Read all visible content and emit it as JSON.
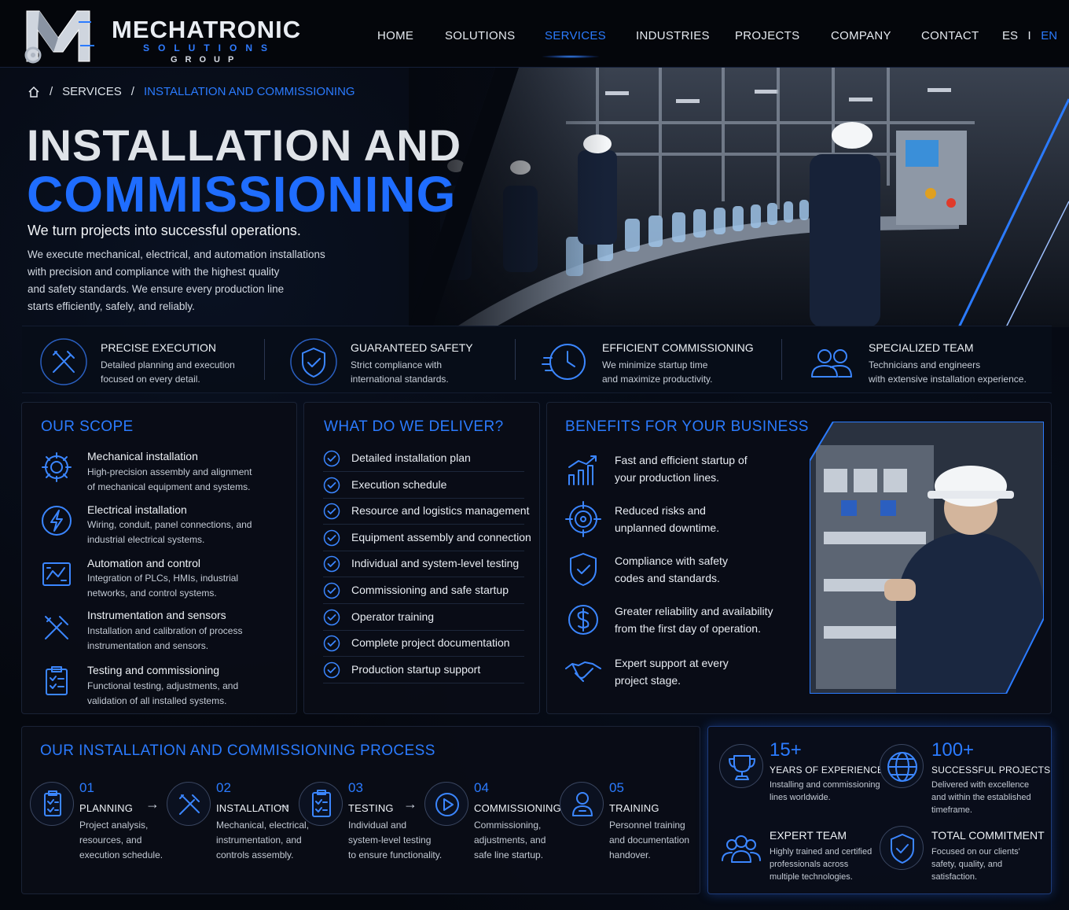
{
  "brand": {
    "name": "MECHATRONIC",
    "sub1": "SOLUTIONS",
    "sub2": "GROUP"
  },
  "nav": {
    "items": [
      "HOME",
      "SOLUTIONS",
      "SERVICES",
      "INDUSTRIES",
      "PROJECTS",
      "COMPANY",
      "CONTACT"
    ],
    "active": "SERVICES",
    "lang_es": "ES",
    "lang_sep": "I",
    "lang_en": "EN"
  },
  "breadcrumb": {
    "sep": "/",
    "level1": "SERVICES",
    "current": "INSTALLATION AND COMMISSIONING"
  },
  "hero": {
    "title_line1": "INSTALLATION AND",
    "title_line2": "COMMISSIONING",
    "tagline": "We turn projects into successful operations.",
    "lead": [
      "We execute mechanical, electrical, and automation installations",
      "with precision and compliance with the highest quality",
      "and safety standards. We ensure every production line",
      "starts efficiently, safely, and reliably."
    ]
  },
  "features": [
    {
      "icon": "tools-icon",
      "title": "PRECISE EXECUTION",
      "desc": [
        "Detailed planning and execution",
        "focused on every detail."
      ]
    },
    {
      "icon": "shield-check-icon",
      "title": "GUARANTEED SAFETY",
      "desc": [
        "Strict compliance with",
        "international standards."
      ]
    },
    {
      "icon": "clock-icon",
      "title": "EFFICIENT COMMISSIONING",
      "desc": [
        "We minimize startup time",
        "and maximize productivity."
      ]
    },
    {
      "icon": "team-icon",
      "title": "SPECIALIZED TEAM",
      "desc": [
        "Technicians and engineers",
        "with extensive installation experience."
      ]
    }
  ],
  "scope": {
    "title": "OUR SCOPE",
    "items": [
      {
        "icon": "gear-icon",
        "title": "Mechanical installation",
        "desc": [
          "High-precision assembly and alignment",
          "of mechanical equipment and systems."
        ]
      },
      {
        "icon": "lightning-icon",
        "title": "Electrical installation",
        "desc": [
          "Wiring, conduit, panel connections, and",
          "industrial electrical systems."
        ]
      },
      {
        "icon": "automation-icon",
        "title": "Automation and control",
        "desc": [
          "Integration of PLCs, HMIs, industrial",
          "networks, and control systems."
        ]
      },
      {
        "icon": "wrench-icon",
        "title": "Instrumentation and sensors",
        "desc": [
          "Installation and calibration of process",
          "instrumentation and sensors."
        ]
      },
      {
        "icon": "clipboard-icon",
        "title": "Testing and commissioning",
        "desc": [
          "Functional testing, adjustments, and",
          "validation of all installed systems."
        ]
      }
    ]
  },
  "deliver": {
    "title": "WHAT DO WE DELIVER?",
    "items": [
      "Detailed installation plan",
      "Execution schedule",
      "Resource and logistics management",
      "Equipment assembly and connection",
      "Individual and system-level testing",
      "Commissioning and safe startup",
      "Operator training",
      "Complete project documentation",
      "Production startup support"
    ]
  },
  "benefits": {
    "title": "BENEFITS FOR YOUR BUSINESS",
    "items": [
      {
        "icon": "chart-icon",
        "lines": [
          "Fast and efficient startup of",
          "your production lines."
        ]
      },
      {
        "icon": "target-icon",
        "lines": [
          "Reduced risks and",
          "unplanned downtime."
        ]
      },
      {
        "icon": "shield-icon",
        "lines": [
          "Compliance with safety",
          "codes and standards."
        ]
      },
      {
        "icon": "dollar-icon",
        "lines": [
          "Greater reliability and availability",
          "from the first day of operation."
        ]
      },
      {
        "icon": "handshake-icon",
        "lines": [
          "Expert support at every",
          "project stage."
        ]
      }
    ]
  },
  "process": {
    "title": "OUR INSTALLATION AND COMMISSIONING PROCESS",
    "steps": [
      {
        "num": "01",
        "title": "PLANNING",
        "icon": "clipboard-icon",
        "desc": [
          "Project analysis,",
          "resources, and",
          "execution schedule."
        ]
      },
      {
        "num": "02",
        "title": "INSTALLATION",
        "icon": "tools-icon",
        "desc": [
          "Mechanical, electrical,",
          "instrumentation, and",
          "controls assembly."
        ]
      },
      {
        "num": "03",
        "title": "TESTING",
        "icon": "checklist-icon",
        "desc": [
          "Individual and",
          "system-level testing",
          "to ensure functionality."
        ]
      },
      {
        "num": "04",
        "title": "COMMISSIONING",
        "icon": "play-icon",
        "desc": [
          "Commissioning,",
          "adjustments, and",
          "safe line startup."
        ]
      },
      {
        "num": "05",
        "title": "TRAINING",
        "icon": "person-icon",
        "desc": [
          "Personnel training",
          "and documentation",
          "handover."
        ]
      }
    ],
    "arrow": "→"
  },
  "stats": [
    {
      "icon": "trophy-icon",
      "num": "15+",
      "label": "YEARS OF EXPERIENCE",
      "desc": [
        "Installing and commissioning",
        "lines worldwide."
      ]
    },
    {
      "icon": "globe-icon",
      "num": "100+",
      "label": "SUCCESSFUL PROJECTS",
      "desc": [
        "Delivered with excellence",
        "and within the established",
        "timeframe."
      ]
    },
    {
      "icon": "team-icon",
      "title": "EXPERT TEAM",
      "desc": [
        "Highly trained and certified",
        "professionals across",
        "multiple technologies."
      ]
    },
    {
      "icon": "shield-check-icon",
      "title": "TOTAL COMMITMENT",
      "desc": [
        "Focused on our clients'",
        "safety, quality, and",
        "satisfaction."
      ]
    }
  ],
  "colors": {
    "accent": "#2b7bff",
    "bg": "#05080f",
    "panel": "#090d16"
  }
}
